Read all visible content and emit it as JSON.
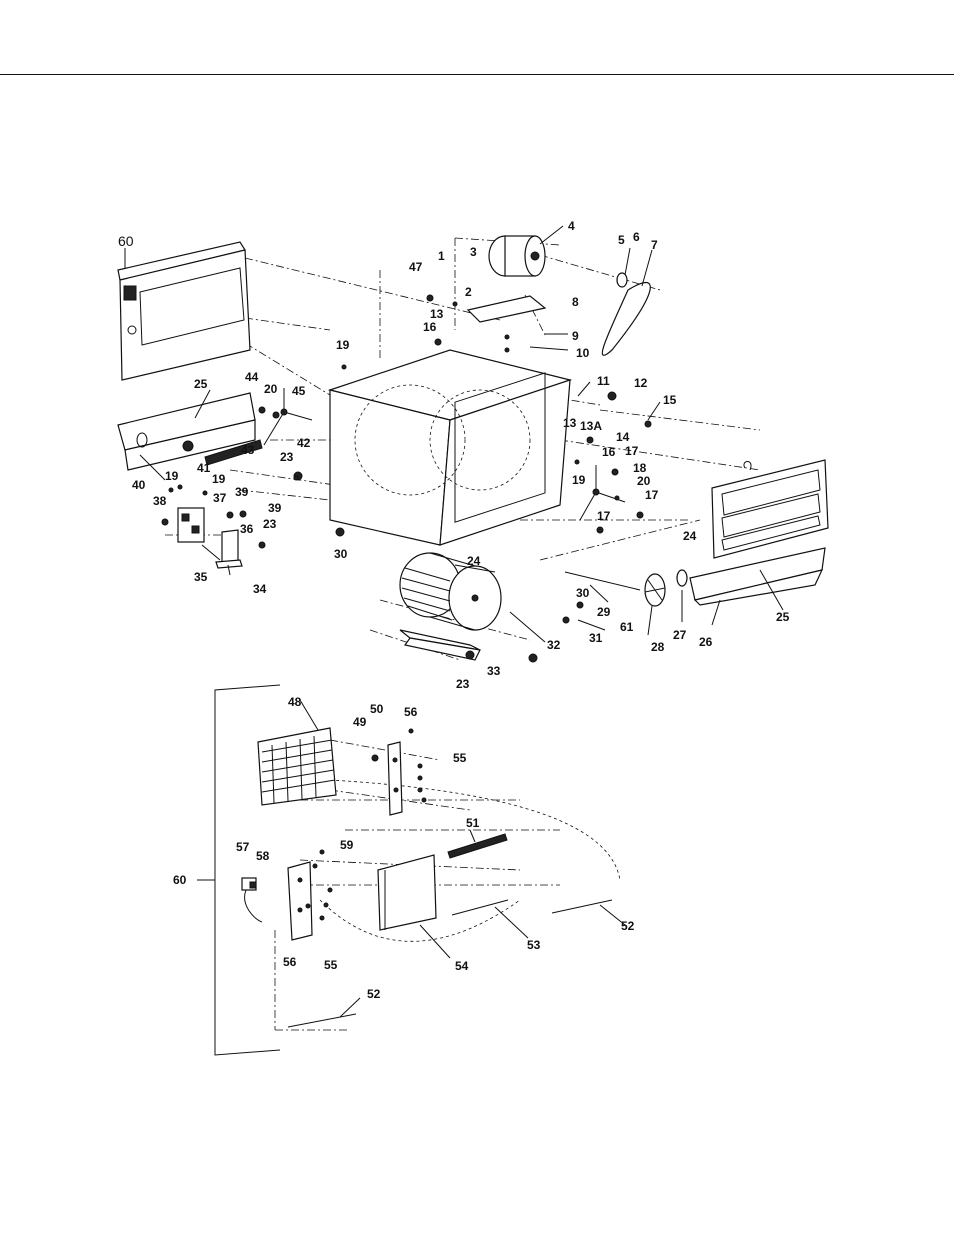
{
  "labels": {
    "l60a": "60",
    "l1": "1",
    "l2": "2",
    "l3": "3",
    "l4": "4",
    "l5": "5",
    "l6": "6",
    "l7": "7",
    "l8": "8",
    "l9": "9",
    "l10": "10",
    "l11": "11",
    "l12": "12",
    "l13a": "13",
    "l13b": "13",
    "l13A": "13A",
    "l14": "14",
    "l15": "15",
    "l16a": "16",
    "l16b": "16",
    "l17a": "17",
    "l17b": "17",
    "l17c": "17",
    "l18": "18",
    "l19a": "19",
    "l19b": "19",
    "l19c": "19",
    "l19d": "19",
    "l20a": "20",
    "l20b": "20",
    "l23a": "23",
    "l23b": "23",
    "l23c": "23",
    "l24a": "24",
    "l24b": "24",
    "l25a": "25",
    "l25b": "25",
    "l26": "26",
    "l27": "27",
    "l28": "28",
    "l29": "29",
    "l30a": "30",
    "l30b": "30",
    "l31": "31",
    "l32": "32",
    "l33": "33",
    "l34": "34",
    "l35": "35",
    "l36": "36",
    "l37": "37",
    "l38": "38",
    "l39a": "39",
    "l39b": "39",
    "l40": "40",
    "l41": "41",
    "l42": "42",
    "l43": "43",
    "l44": "44",
    "l45": "45",
    "l47": "47",
    "l48": "48",
    "l49": "49",
    "l50": "50",
    "l51": "51",
    "l52a": "52",
    "l52b": "52",
    "l53": "53",
    "l54": "54",
    "l55a": "55",
    "l55b": "55",
    "l56a": "56",
    "l56b": "56",
    "l57": "57",
    "l58": "58",
    "l59": "59",
    "l60b": "60",
    "l61": "61"
  }
}
